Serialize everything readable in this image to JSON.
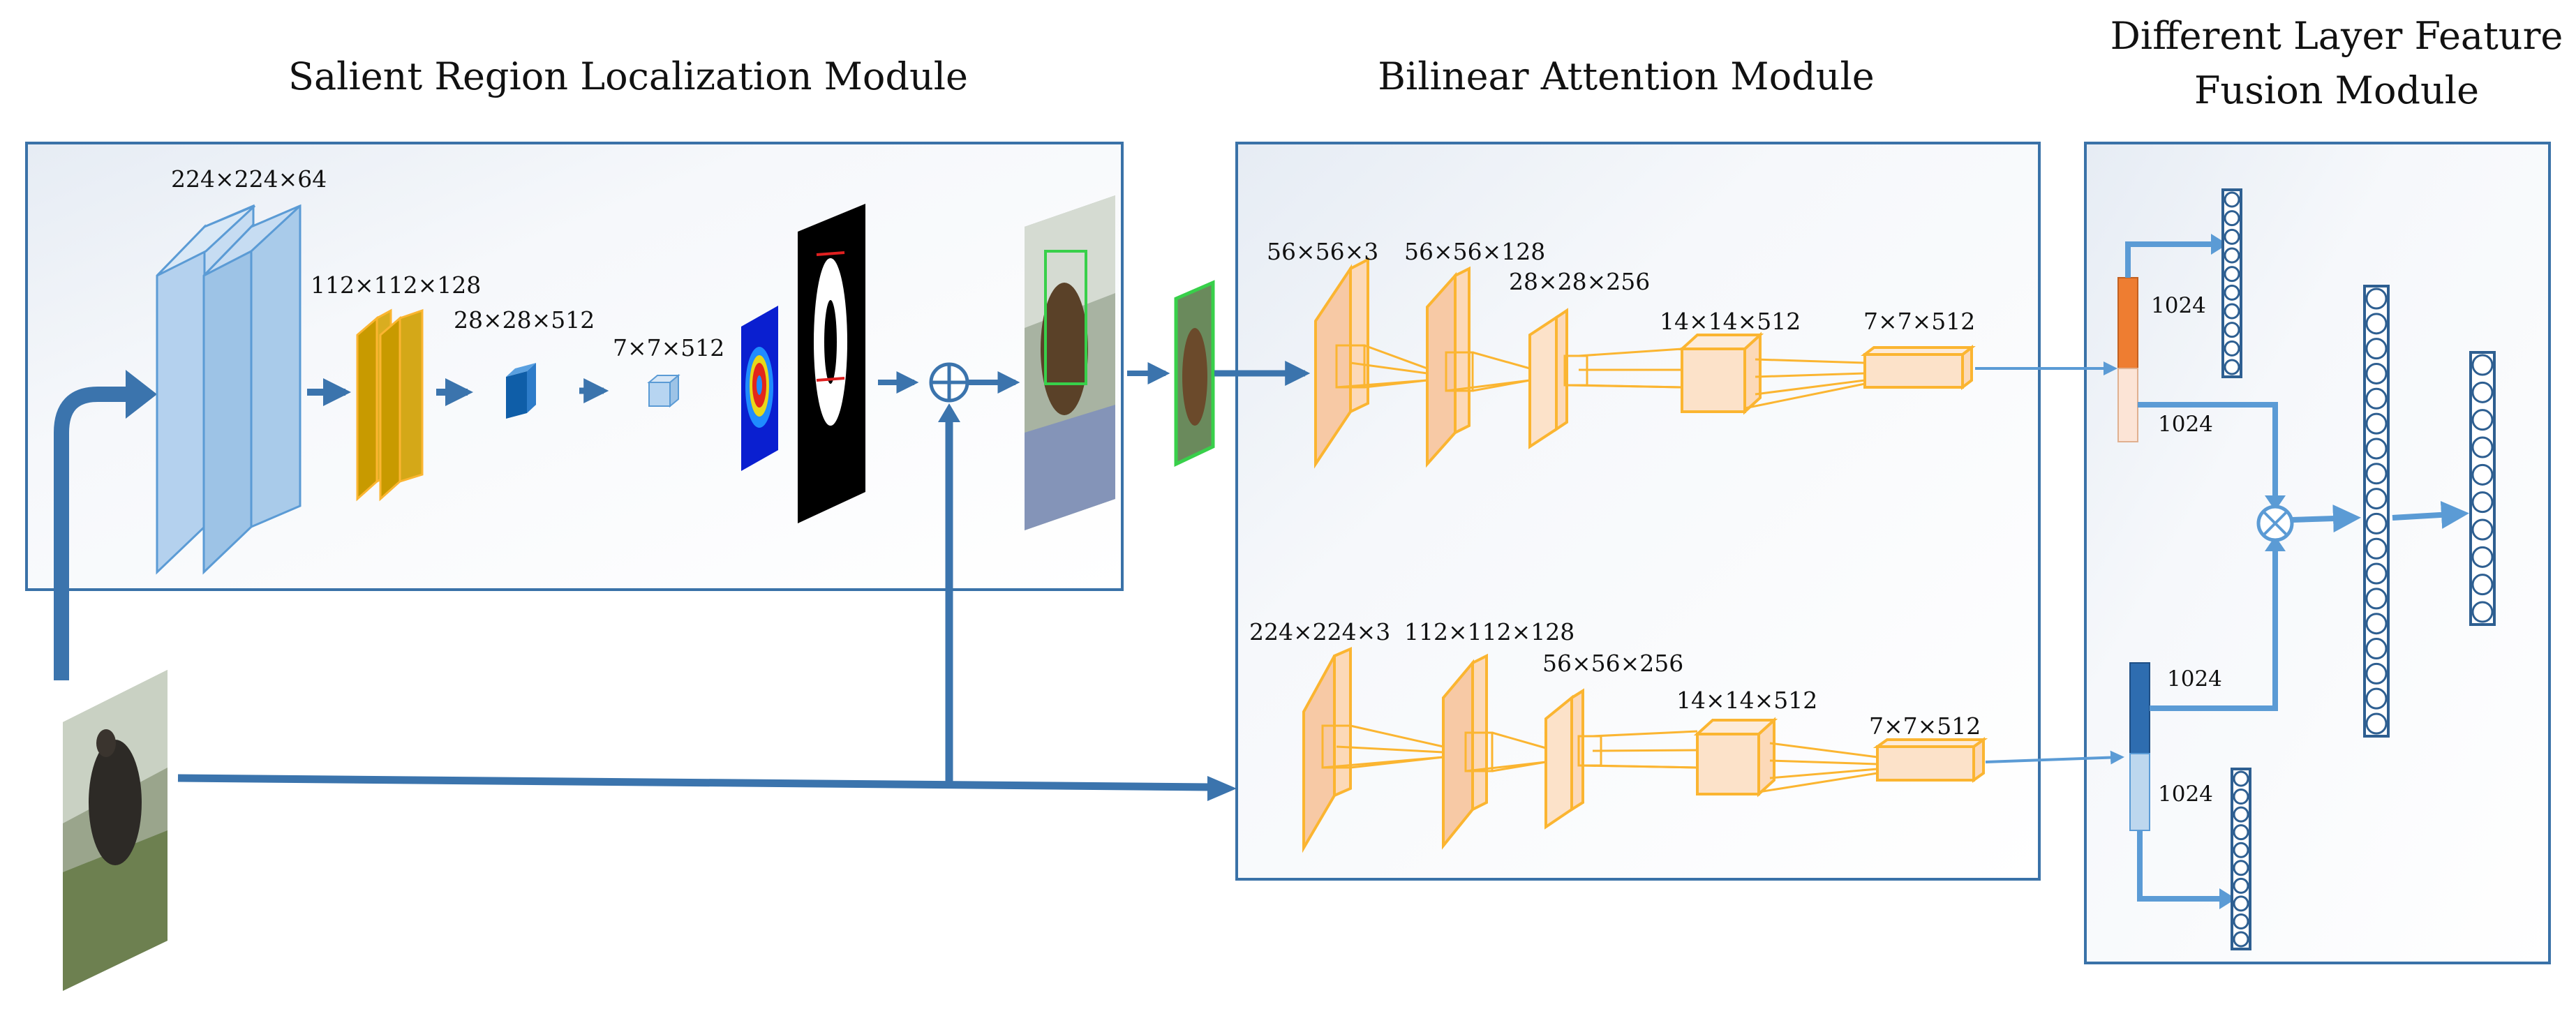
{
  "modules": {
    "salient": "Salient Region Localization Module",
    "bilinear": "Bilinear Attention Module",
    "fusion_line1": "Different Layer Feature",
    "fusion_line2": "Fusion Module"
  },
  "salient_dims": [
    "224×224×64",
    "112×112×128",
    "28×28×512",
    "7×7×512"
  ],
  "bilinear_top_dims": [
    "56×56×3",
    "56×56×128",
    "28×28×256",
    "14×14×512",
    "7×7×512"
  ],
  "bilinear_bottom_dims": [
    "224×224×3",
    "112×112×128",
    "56×56×256",
    "14×14×512",
    "7×7×512"
  ],
  "fusion_labels": [
    "1024",
    "1024",
    "1024",
    "1024"
  ],
  "colors": {
    "module_border": "#3a72a8",
    "arrow": "#3b74ad",
    "light_arrow": "#5b9bd5",
    "conv_orange": "#fbb531",
    "conv_fill": "#f7c9a5",
    "feature_orange": "#ee7d31",
    "feature_blue": "#2e6db0",
    "layer_blue": "#9dc3e6",
    "gold": "#c89a00"
  }
}
